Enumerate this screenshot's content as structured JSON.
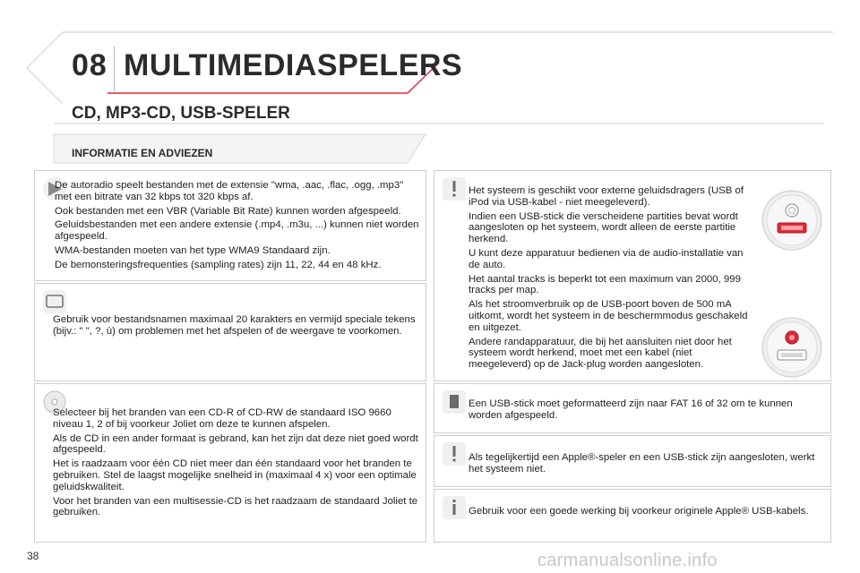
{
  "header": {
    "chapter_number": "08",
    "chapter_title": "MULTIMEDIASPELERS"
  },
  "section_title": "CD, MP3-CD, USB-SPELER",
  "subsection_title": "INFORMATIE EN ADVIEZEN",
  "left_boxes": [
    {
      "icon": "play-arrow-icon",
      "paragraphs": [
        "De autoradio speelt bestanden met de extensie \"wma, .aac, .flac, .ogg, .mp3\" met een bitrate van 32 kbps tot 320 kbps af.",
        "Ook bestanden met een VBR (Variable Bit Rate) kunnen worden afgespeeld.",
        "Geluidsbestanden met een andere extensie (.mp4, .m3u, ...) kunnen niet worden afgespeeld.",
        "WMA-bestanden moeten van het type WMA9 Standaard zijn.",
        "De bemonsteringsfrequenties (sampling rates) zijn 11, 22, 44 en 48 kHz."
      ]
    },
    {
      "icon": "screen-icon",
      "paragraphs": [
        "Gebruik voor bestandsnamen maximaal 20 karakters en vermijd speciale tekens (bijv.: \" \", ?, ù) om problemen met het afspelen of de weergave te voorkomen."
      ]
    },
    {
      "icon": "disc-icon",
      "paragraphs": [
        "Selecteer bij het branden van een CD-R of CD-RW de standaard ISO 9660 niveau 1, 2 of bij voorkeur Joliet om deze te kunnen afspelen.",
        "Als de CD in een ander formaat is gebrand, kan het zijn dat deze niet goed wordt afgespeeld.",
        "Het is raadzaam voor één CD niet meer dan één standaard voor het branden te gebruiken. Stel de laagst mogelijke snelheid in (maximaal 4 x) voor een optimale geluidskwaliteit.",
        "Voor het branden van een multisessie-CD is het raadzaam de standaard Joliet te gebruiken."
      ]
    }
  ],
  "right_boxes": [
    {
      "icon": "warning-icon",
      "paragraphs": [
        "Het systeem is geschikt voor externe geluidsdragers (USB of iPod via USB-kabel - niet meegeleverd).",
        "Indien een USB-stick die verscheidene partities bevat wordt aangesloten op het systeem, wordt alleen de eerste partitie herkend.",
        "U kunt deze apparatuur bedienen via de audio-installatie van de auto.",
        "Het aantal tracks is beperkt tot een maximum van 2000, 999 tracks per map.",
        "Als het stroomverbruik op de USB-poort boven de 500 mA uitkomt, wordt het systeem in de beschermmodus geschakeld en uitgezet.",
        "Andere randapparatuur, die bij het aansluiten niet door het systeem wordt herkend, moet met een kabel (niet meegeleverd) op de Jack-plug worden aangesloten."
      ]
    },
    {
      "icon": "notepad-icon",
      "paragraphs": [
        "Een USB-stick moet geformatteerd zijn naar FAT 16 of 32 om te kunnen worden afgespeeld."
      ]
    },
    {
      "icon": "warning-icon",
      "paragraphs": [
        "Als tegelijkertijd een Apple®-speler en een USB-stick zijn aangesloten, werkt het systeem niet."
      ]
    },
    {
      "icon": "info-icon",
      "paragraphs": [
        "Gebruik voor een goede werking bij voorkeur originele Apple® USB-kabels."
      ]
    }
  ],
  "page_number": "38",
  "watermark": "carmanualsonline.info",
  "colors": {
    "accent_red": "#e0283a",
    "header_text": "#2b2b2b",
    "box_border": "#cfcfcf"
  }
}
